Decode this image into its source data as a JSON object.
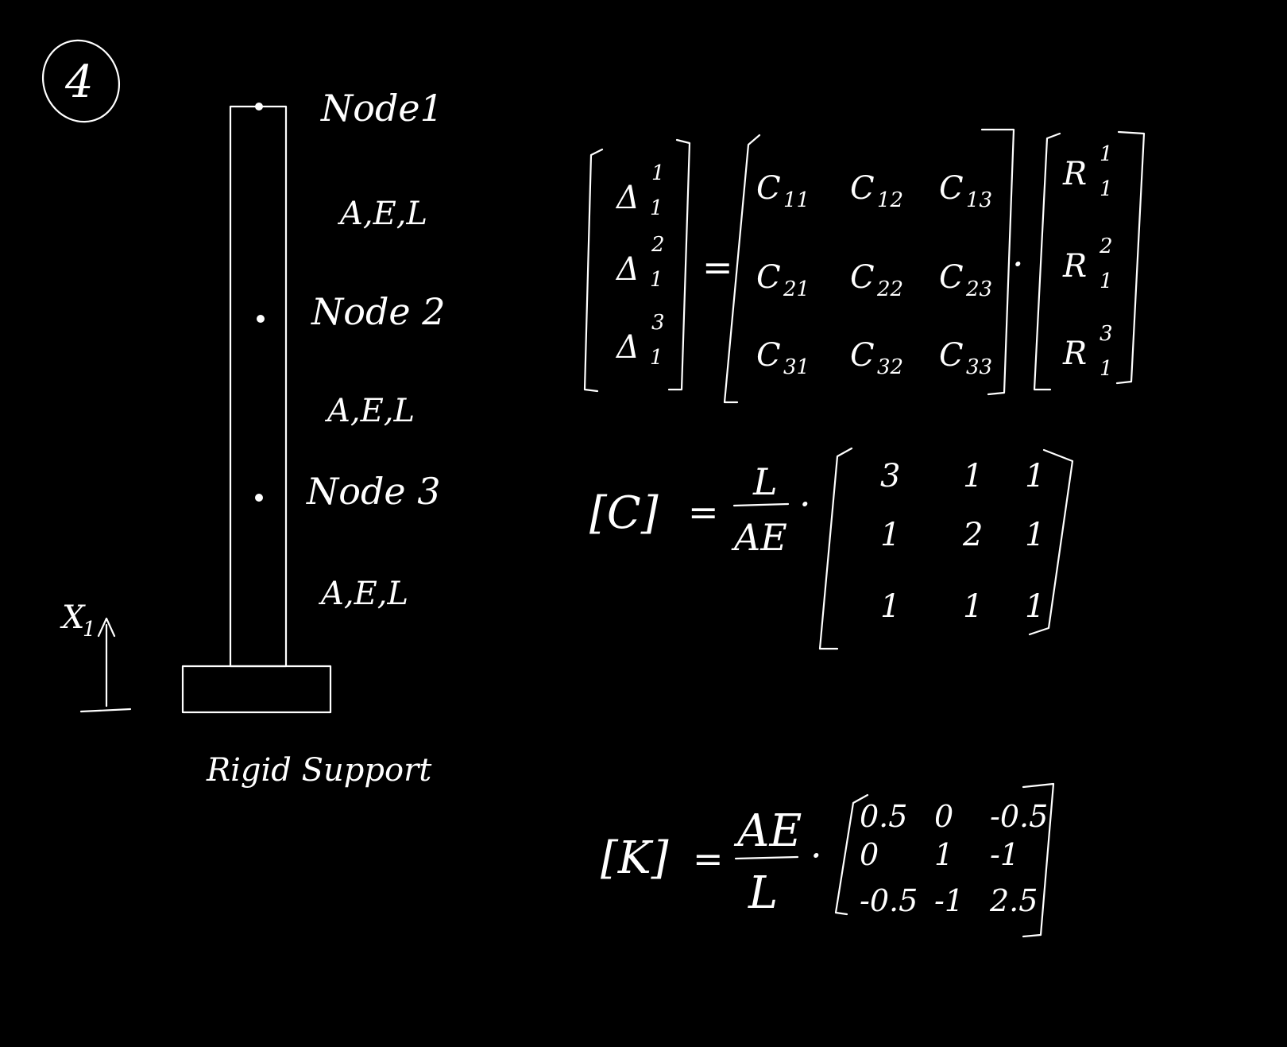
{
  "problem_number": "4",
  "column": {
    "node_1_label": "Node1",
    "node_2_label": "Node 2",
    "node_3_label": "Node 3",
    "segment_1_props": "A,E,L",
    "segment_2_props": "A,E,L",
    "segment_3_props": "A,E,L",
    "support_label": "Rigid Support",
    "axis_label": "X",
    "axis_subscript": "1"
  },
  "flexibility_equation": {
    "displacements": [
      {
        "symbol": "Δ",
        "sup": "1",
        "sub": "1"
      },
      {
        "symbol": "Δ",
        "sup": "2",
        "sub": "1"
      },
      {
        "symbol": "Δ",
        "sup": "3",
        "sub": "1"
      }
    ],
    "equals": "=",
    "c_matrix": [
      [
        {
          "base": "C",
          "sub": "11"
        },
        {
          "base": "C",
          "sub": "12"
        },
        {
          "base": "C",
          "sub": "13"
        }
      ],
      [
        {
          "base": "C",
          "sub": "21"
        },
        {
          "base": "C",
          "sub": "22"
        },
        {
          "base": "C",
          "sub": "23"
        }
      ],
      [
        {
          "base": "C",
          "sub": "31"
        },
        {
          "base": "C",
          "sub": "32"
        },
        {
          "base": "C",
          "sub": "33"
        }
      ]
    ],
    "dot": "·",
    "forces": [
      {
        "symbol": "R",
        "sup": "1",
        "sub": "1"
      },
      {
        "symbol": "R",
        "sup": "2",
        "sub": "1"
      },
      {
        "symbol": "R",
        "sup": "3",
        "sub": "1"
      }
    ]
  },
  "c_definition": {
    "lhs": "[C]",
    "equals": "=",
    "numerator": "L",
    "denominator": "AE",
    "dot": "·",
    "matrix": [
      [
        "3",
        "1",
        "1"
      ],
      [
        "1",
        "2",
        "1"
      ],
      [
        "1",
        "1",
        "1"
      ]
    ]
  },
  "k_definition": {
    "lhs": "[K]",
    "equals": "=",
    "numerator": "AE",
    "denominator": "L",
    "dot": "·",
    "matrix": [
      [
        "0.5",
        "0",
        "-0.5"
      ],
      [
        "0",
        "1",
        "-1"
      ],
      [
        "-0.5",
        "-1",
        "2.5"
      ]
    ]
  }
}
